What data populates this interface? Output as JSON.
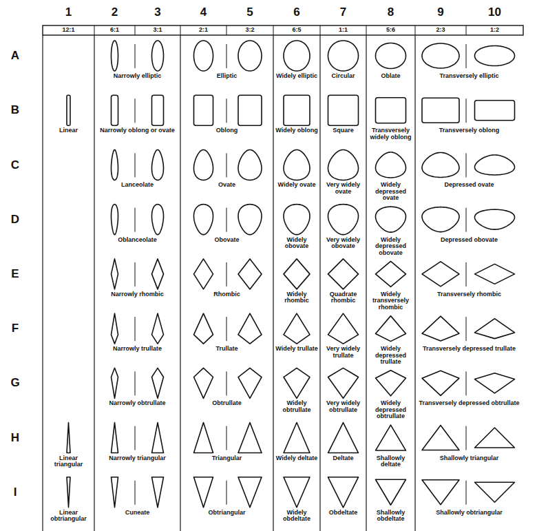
{
  "diagram": {
    "labels": [
      "1",
      "2",
      "3",
      "4",
      "5",
      "6",
      "7",
      "8",
      "9",
      "10",
      "12:1",
      "6:1",
      "3:1",
      "2:1",
      "3:2",
      "6:5",
      "1:1",
      "5:6",
      "2:3",
      "1:2",
      "A",
      "Narrowly elliptic",
      "Elliptic",
      "Widely elliptic",
      "Circular",
      "Oblate",
      "Transversely elliptic",
      "B",
      "Linear",
      "Narrowly oblong or ovate",
      "Oblong",
      "Widely oblong",
      "Square",
      "Transversely widely oblong",
      "Transversely oblong",
      "C",
      "Lanceolate",
      "Ovate",
      "Widely ovate",
      "Very widely ovate",
      "Widely depressed ovate",
      "Depressed ovate",
      "D",
      "Oblanceolate",
      "Obovate",
      "Widely obovate",
      "Very widely obovate",
      "Widely depressed obovate",
      "Depressed obovate",
      "E",
      "Narrowly rhombic",
      "Rhombic",
      "Widely rhombic",
      "Quadrate rhombic",
      "Widely transversely rhombic",
      "Transversely rhombic",
      "F",
      "Narrowly trullate",
      "Trullate",
      "Widely trullate",
      "Very widely trullate",
      "Widely depressed trullate",
      "Transversely depressed trullate",
      "G",
      "Narrowly obtrullate",
      "Obtrullate",
      "Widely obtrullate",
      "Very widely obtrullate",
      "Widely depressed obtrullate",
      "Transversely depressed obtrullate",
      "H",
      "Linear triangular",
      "Narrowly triangular",
      "Triangular",
      "Widely deltate",
      "Deltate",
      "Shallowly deltate",
      "Shallowly triangular",
      "I",
      "Linear obtriangular",
      "Cuneate",
      "Obtriangular",
      "Widely obdeltate",
      "Obdeltate",
      "Shallowly obdeltate",
      "Shallowly obtriangular"
    ]
  }
}
